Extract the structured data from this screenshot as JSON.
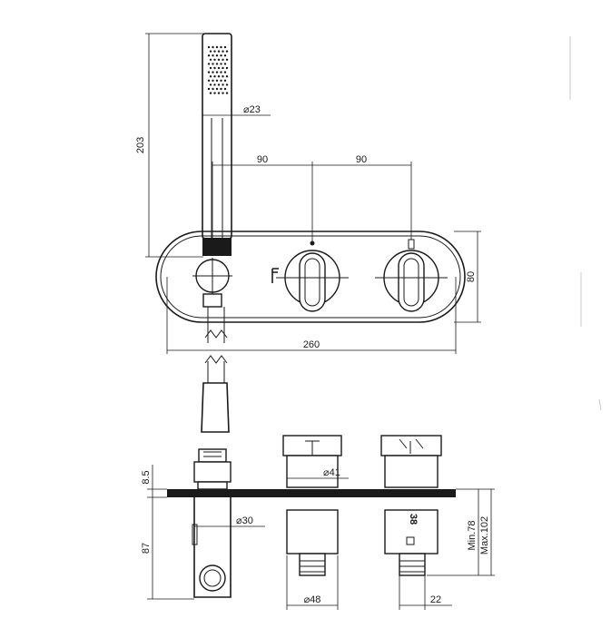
{
  "dimensions": {
    "handshower_length": "203",
    "handshower_diameter": "⌀23",
    "spacing_left": "90",
    "spacing_right": "90",
    "plate_height": "80",
    "plate_width": "260",
    "plate_thickness": "8.5",
    "holder_height": "87",
    "holder_diameter": "⌀30",
    "cartridge_diameter": "⌀41",
    "body_diameter": "⌀48",
    "connection_size": "22",
    "depth_min": "Min.78",
    "depth_max": "Max.102",
    "temperature_mark": "38"
  },
  "colors": {
    "line": "#1a1a1a",
    "background": "#ffffff",
    "ghost": "#c9c9c9"
  }
}
